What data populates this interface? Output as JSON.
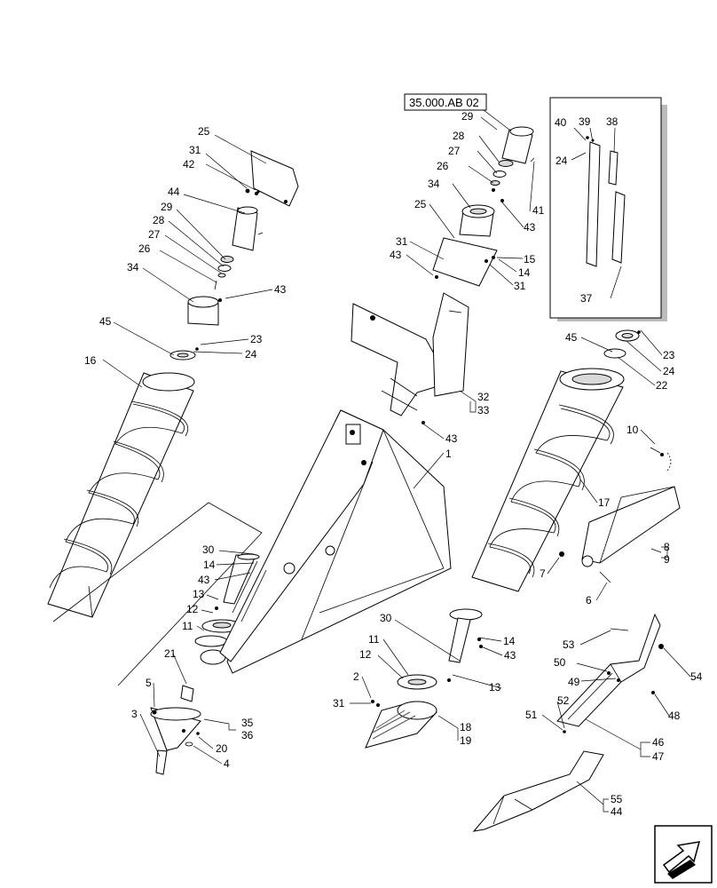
{
  "reference_label": "35.000.AB 02",
  "callouts": [
    {
      "id": "c25a",
      "text": "25"
    },
    {
      "id": "c31a",
      "text": "31"
    },
    {
      "id": "c42",
      "text": "42"
    },
    {
      "id": "c44a",
      "text": "44"
    },
    {
      "id": "c29a",
      "text": "29"
    },
    {
      "id": "c28a",
      "text": "28"
    },
    {
      "id": "c27a",
      "text": "27"
    },
    {
      "id": "c26a",
      "text": "26"
    },
    {
      "id": "c34a",
      "text": "34"
    },
    {
      "id": "c43a",
      "text": "43"
    },
    {
      "id": "c45a",
      "text": "45"
    },
    {
      "id": "c23a",
      "text": "23"
    },
    {
      "id": "c24a",
      "text": "24"
    },
    {
      "id": "c16",
      "text": "16"
    },
    {
      "id": "c30a",
      "text": "30"
    },
    {
      "id": "c14a",
      "text": "14"
    },
    {
      "id": "c43b",
      "text": "43"
    },
    {
      "id": "c13a",
      "text": "13"
    },
    {
      "id": "c12a",
      "text": "12"
    },
    {
      "id": "c11a",
      "text": "11"
    },
    {
      "id": "c21",
      "text": "21"
    },
    {
      "id": "c5",
      "text": "5"
    },
    {
      "id": "c3",
      "text": "3"
    },
    {
      "id": "c35",
      "text": "35"
    },
    {
      "id": "c36",
      "text": "36"
    },
    {
      "id": "c20",
      "text": "20"
    },
    {
      "id": "c4",
      "text": "4"
    },
    {
      "id": "c29b",
      "text": "29"
    },
    {
      "id": "c28b",
      "text": "28"
    },
    {
      "id": "c27b",
      "text": "27"
    },
    {
      "id": "c26b",
      "text": "26"
    },
    {
      "id": "c34b",
      "text": "34"
    },
    {
      "id": "c25b",
      "text": "25"
    },
    {
      "id": "c41",
      "text": "41"
    },
    {
      "id": "c43c",
      "text": "43"
    },
    {
      "id": "c31b",
      "text": "31"
    },
    {
      "id": "c43d",
      "text": "43"
    },
    {
      "id": "c15",
      "text": "15"
    },
    {
      "id": "c14b",
      "text": "14"
    },
    {
      "id": "c31c",
      "text": "31"
    },
    {
      "id": "c32",
      "text": "32"
    },
    {
      "id": "c33",
      "text": "33"
    },
    {
      "id": "c43e",
      "text": "43"
    },
    {
      "id": "c1",
      "text": "1"
    },
    {
      "id": "c40",
      "text": "40"
    },
    {
      "id": "c39",
      "text": "39"
    },
    {
      "id": "c38",
      "text": "38"
    },
    {
      "id": "c24b",
      "text": "24"
    },
    {
      "id": "c37",
      "text": "37"
    },
    {
      "id": "c45b",
      "text": "45"
    },
    {
      "id": "c23b",
      "text": "23"
    },
    {
      "id": "c24c",
      "text": "24"
    },
    {
      "id": "c22",
      "text": "22"
    },
    {
      "id": "c10",
      "text": "10"
    },
    {
      "id": "c17",
      "text": "17"
    },
    {
      "id": "c8",
      "text": "8"
    },
    {
      "id": "c9",
      "text": "9"
    },
    {
      "id": "c7",
      "text": "7"
    },
    {
      "id": "c6",
      "text": "6"
    },
    {
      "id": "c30b",
      "text": "30"
    },
    {
      "id": "c14c",
      "text": "14"
    },
    {
      "id": "c43f",
      "text": "43"
    },
    {
      "id": "c11b",
      "text": "11"
    },
    {
      "id": "c12b",
      "text": "12"
    },
    {
      "id": "c13b",
      "text": "13"
    },
    {
      "id": "c2",
      "text": "2"
    },
    {
      "id": "c31d",
      "text": "31"
    },
    {
      "id": "c18",
      "text": "18"
    },
    {
      "id": "c19",
      "text": "19"
    },
    {
      "id": "c53",
      "text": "53"
    },
    {
      "id": "c50",
      "text": "50"
    },
    {
      "id": "c49",
      "text": "49"
    },
    {
      "id": "c54",
      "text": "54"
    },
    {
      "id": "c52",
      "text": "52"
    },
    {
      "id": "c51",
      "text": "51"
    },
    {
      "id": "c48",
      "text": "48"
    },
    {
      "id": "c46",
      "text": "46"
    },
    {
      "id": "c47",
      "text": "47"
    },
    {
      "id": "c55",
      "text": "55"
    },
    {
      "id": "c44b",
      "text": "44"
    }
  ],
  "nav_icon": "arrow-navigation-icon"
}
